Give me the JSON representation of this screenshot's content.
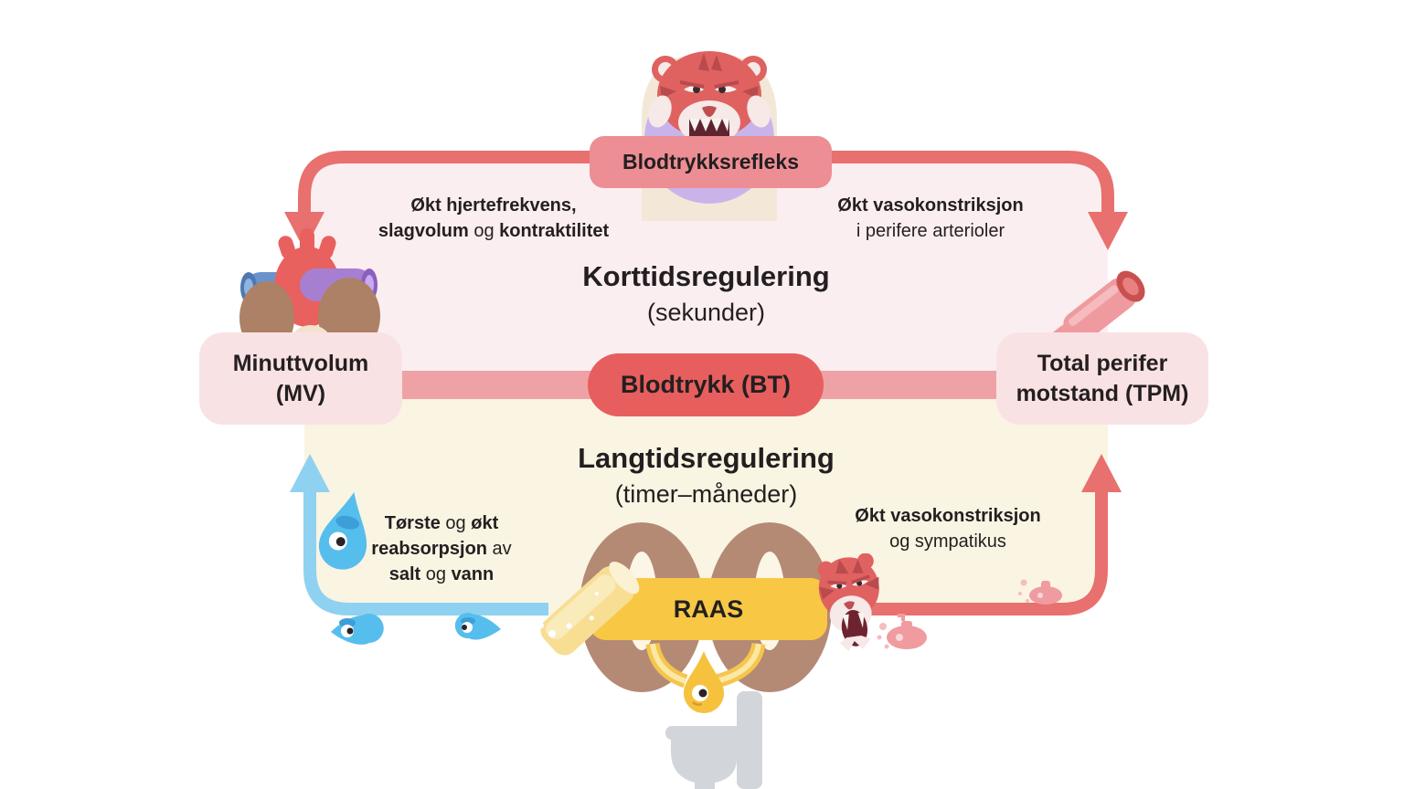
{
  "colors": {
    "red": "#E65F5E",
    "red_arrow": "#E8706E",
    "pink_badge": "#EC8E93",
    "pink_panel": "#FBEEF0",
    "pink_bar": "#EFA2A5",
    "pink_box": "#F9E2E4",
    "cream_panel": "#FAF4E2",
    "yellow": "#F8C845",
    "blue": "#8FD1F0",
    "text": "#231F20"
  },
  "reflex_badge": {
    "label": "Blodtrykksrefleks"
  },
  "short_term": {
    "title": "Korttidsregulering",
    "subtitle": "(sekunder)",
    "left_note": {
      "lines": [
        [
          {
            "t": "Økt hjertefrekvens,",
            "b": true
          }
        ],
        [
          {
            "t": "slagvolum",
            "b": true
          },
          {
            "t": " og ",
            "b": false
          },
          {
            "t": "kontraktilitet",
            "b": true
          }
        ]
      ]
    },
    "right_note": {
      "lines": [
        [
          {
            "t": "Økt vasokonstriksjon",
            "b": true
          }
        ],
        [
          {
            "t": "i perifere arterioler",
            "b": false
          }
        ]
      ]
    }
  },
  "center": {
    "bp_badge": "Blodtrykk (BT)",
    "left_box": {
      "line1": "Minuttvolum",
      "line2": "(MV)"
    },
    "right_box": {
      "line1": "Total perifer",
      "line2": "motstand (TPM)"
    }
  },
  "long_term": {
    "title": "Langtidsregulering",
    "subtitle": "(timer–måneder)",
    "raas_badge": "RAAS",
    "left_note": {
      "lines": [
        [
          {
            "t": "Tørste",
            "b": true
          },
          {
            "t": " og ",
            "b": false
          },
          {
            "t": "økt",
            "b": true
          }
        ],
        [
          {
            "t": "reabsorpsjon",
            "b": true
          },
          {
            "t": " av",
            "b": false
          }
        ],
        [
          {
            "t": "salt",
            "b": true
          },
          {
            "t": " og ",
            "b": false
          },
          {
            "t": "vann",
            "b": true
          }
        ]
      ]
    },
    "right_note": {
      "lines": [
        [
          {
            "t": "Økt vasokonstriksjon",
            "b": true
          }
        ],
        [
          {
            "t": "og sympatikus",
            "b": false
          }
        ]
      ]
    }
  },
  "illustrations": {
    "top": "tiger-portrait-icon",
    "left": "heart-with-vessels-icon",
    "right": "blood-vessel-icon",
    "bottom": [
      "kidneys-icon",
      "drinking-glass-icon",
      "roaring-tiger-icon",
      "water-drop-icon",
      "urine-drop-icon",
      "toilet-icon",
      "submarine-icon"
    ]
  }
}
